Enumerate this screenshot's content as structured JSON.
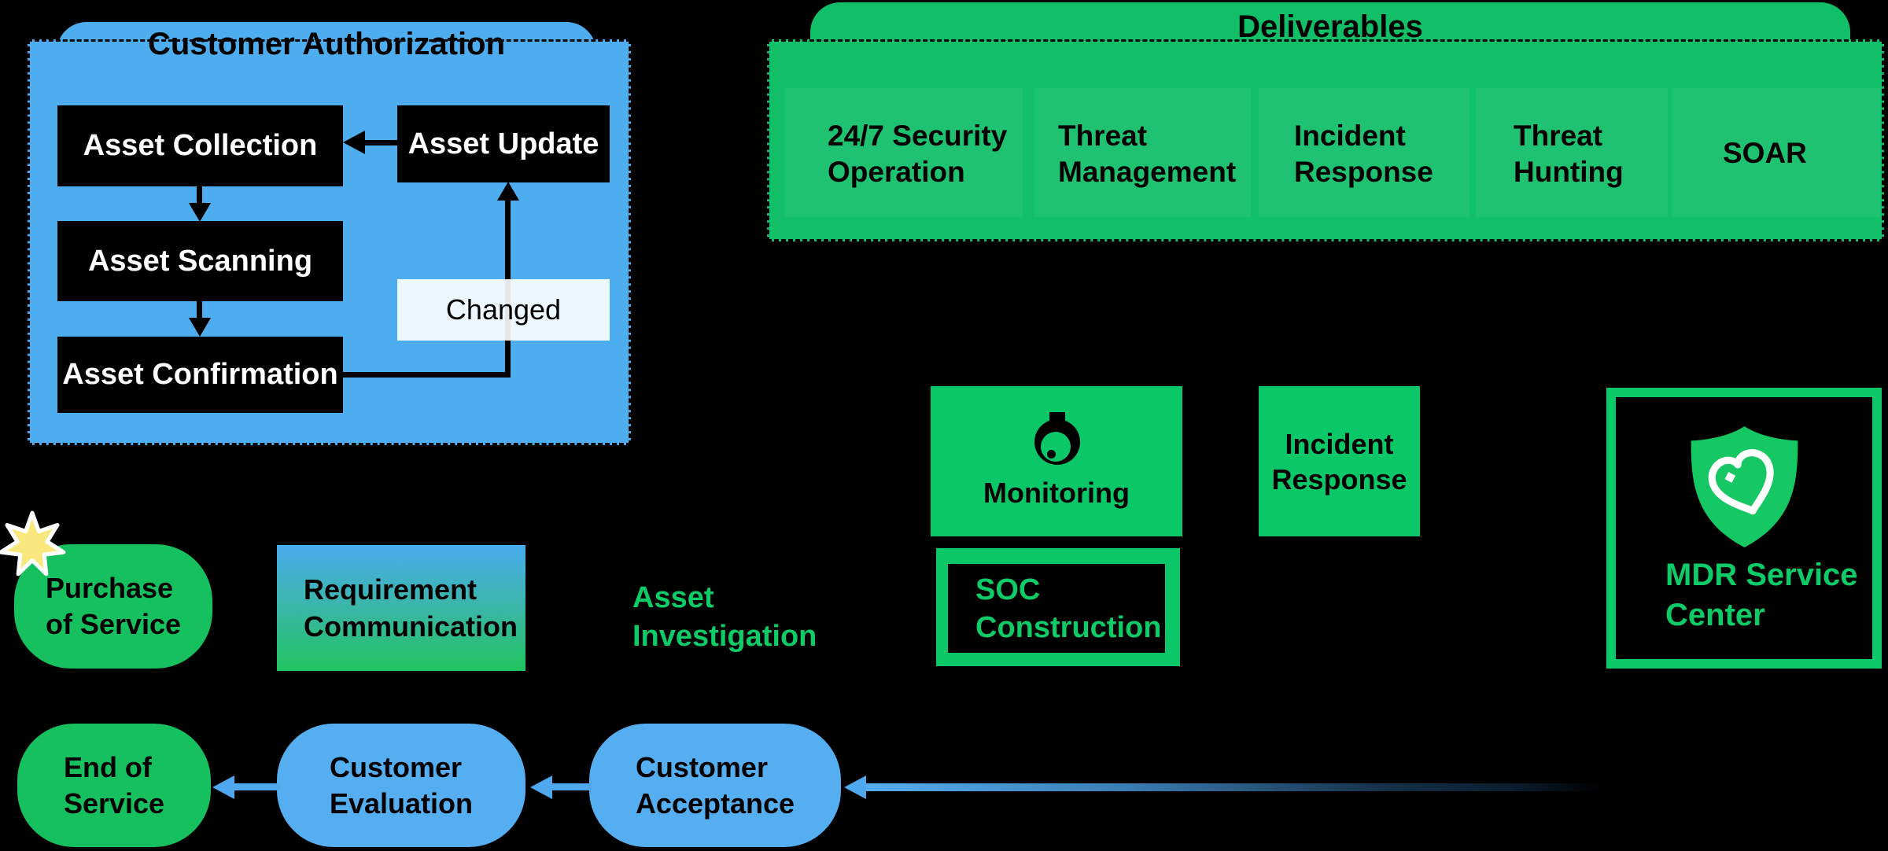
{
  "colors": {
    "background": "#000000",
    "auth_blue": "#4DADEE",
    "deliverables_green": "#10BF68",
    "bright_green": "#0AC868",
    "pill_green": "#16C05F",
    "pill_blue": "#55AEF0",
    "green_text": "#0DCB67",
    "arrow_blue": "#4FA8EF",
    "gradient_top_blue": "#49ACEE",
    "gradient_bottom_green": "#20C45F",
    "star_yellow": "#F9E87E",
    "node_black": "#000000",
    "node_text_white": "#FFFFFF"
  },
  "auth_panel": {
    "title": "Customer Authorization",
    "asset_collection": "Asset Collection",
    "asset_update": "Asset Update",
    "asset_scanning": "Asset Scanning",
    "asset_confirmation": "Asset Confirmation",
    "changed_label": "Changed"
  },
  "deliverables_panel": {
    "title": "Deliverables",
    "items": [
      "24/7 Security\nOperation",
      "Threat\nManagement",
      "Incident\nResponse",
      "Threat\nHunting",
      "SOAR"
    ]
  },
  "service_nodes": {
    "monitoring": "Monitoring",
    "incident_response": "Incident\nResponse",
    "soc_construction": "SOC\nConstruction",
    "mdr_service_center": "MDR Service\nCenter"
  },
  "flow_nodes": {
    "purchase_of_service": "Purchase\nof Service",
    "requirement_communication": "Requirement\nCommunication",
    "asset_investigation": "Asset\nInvestigation",
    "end_of_service": "End of\nService",
    "customer_evaluation": "Customer\nEvaluation",
    "customer_acceptance": "Customer\nAcceptance"
  },
  "icons": {
    "star": "star-badge-icon",
    "monitoring": "camera-lens-icon",
    "mdr_shield": "shield-logo-icon"
  }
}
